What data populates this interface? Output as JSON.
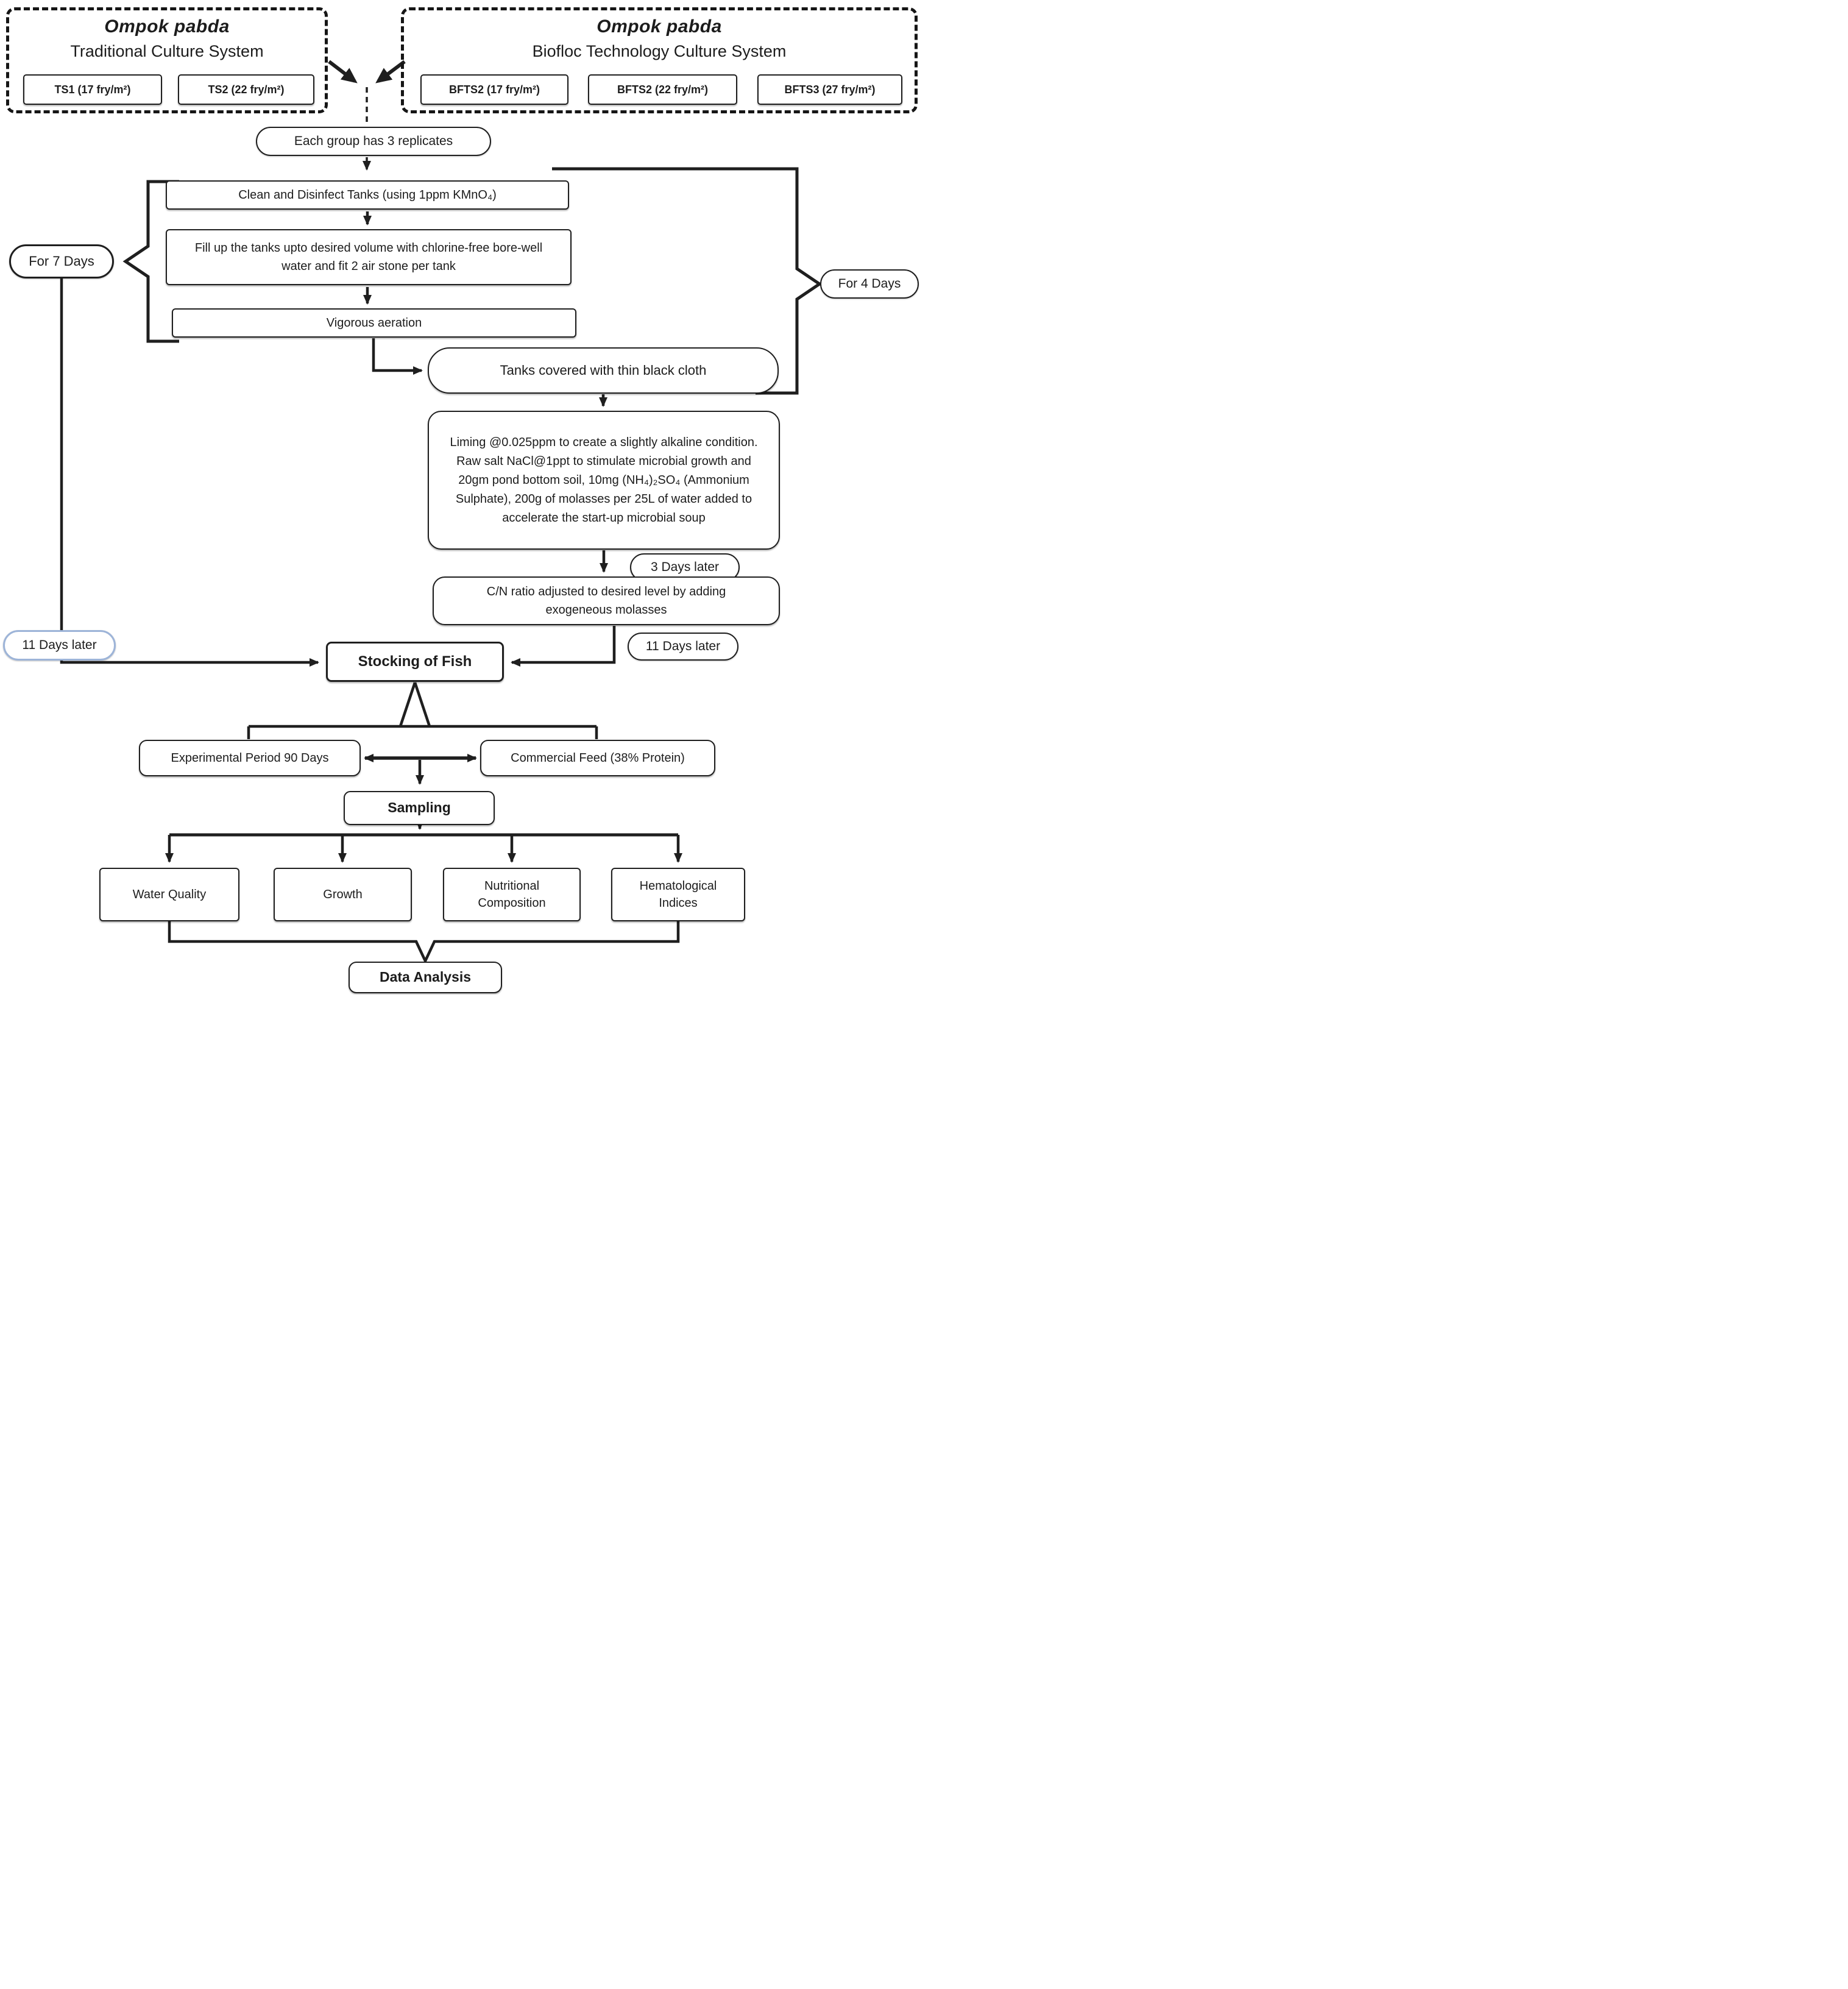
{
  "colors": {
    "ink": "#1f1f1f",
    "highlight_pill_border": "#9db4d8"
  },
  "systems": {
    "traditional": {
      "species": "Ompok pabda",
      "name": "Traditional Culture System",
      "groups": [
        "TS1 (17 fry/m²)",
        "TS2 (22 fry/m²)"
      ]
    },
    "biofloc": {
      "species": "Ompok pabda",
      "name": "Biofloc Technology Culture System",
      "groups": [
        "BFTS2 (17 fry/m²)",
        "BFTS2 (22 fry/m²)",
        "BFTS3 (27 fry/m²)"
      ]
    }
  },
  "pills": {
    "replicates": "Each group has 3 replicates",
    "for_7_days": "For 7 Days",
    "for_4_days": "For 4 Days",
    "days_3_later": "3 Days later",
    "days_11_later_left": "11 Days later",
    "days_11_later_right": "11 Days later"
  },
  "steps": {
    "clean": "Clean and Disinfect Tanks (using 1ppm KMnO₄)",
    "fill": "Fill up the tanks upto desired volume with chlorine-free bore-well water and fit 2 air stone per tank",
    "aeration": "Vigorous aeration",
    "covered": "Tanks covered with thin black cloth",
    "liming": "Liming @0.025ppm to create a slightly alkaline condition. Raw salt NaCl@1ppt to stimulate microbial growth and 20gm pond bottom soil, 10mg (NH₄)₂SO₄ (Ammonium Sulphate), 200g of molasses per 25L of water added to accelerate the start-up microbial soup",
    "cn_ratio": "C/N ratio adjusted to desired level by adding exogeneous molasses",
    "stocking": "Stocking of Fish",
    "period": "Experimental Period 90 Days",
    "feed": "Commercial Feed (38% Protein)",
    "sampling": "Sampling",
    "analysis": "Data Analysis"
  },
  "outputs": [
    "Water Quality",
    "Growth",
    "Nutritional Composition",
    "Hematological Indices"
  ]
}
